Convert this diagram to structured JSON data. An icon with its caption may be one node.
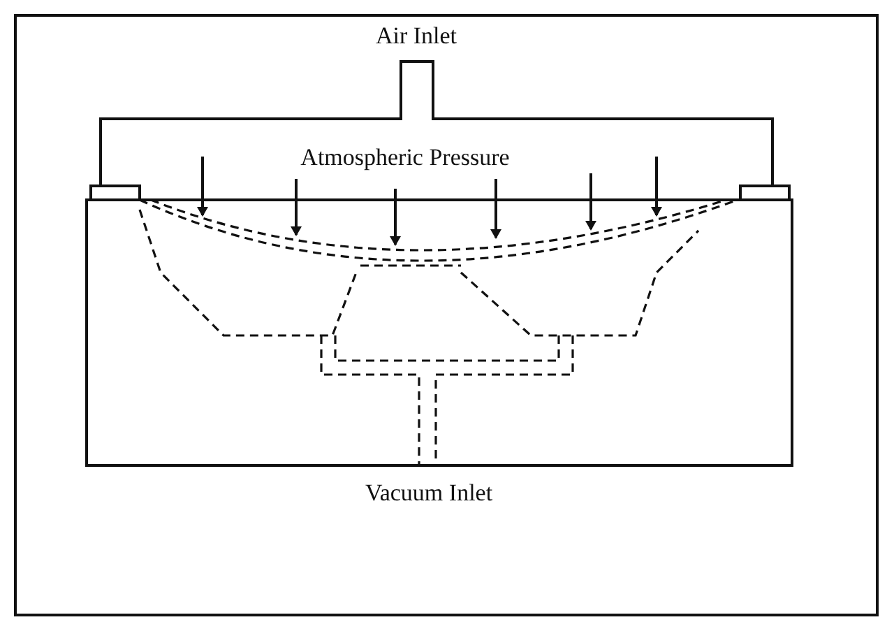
{
  "diagram": {
    "labels": [
      "Air Inlet",
      "Atmospheric Pressure",
      "Vacuum Inlet"
    ]
  }
}
